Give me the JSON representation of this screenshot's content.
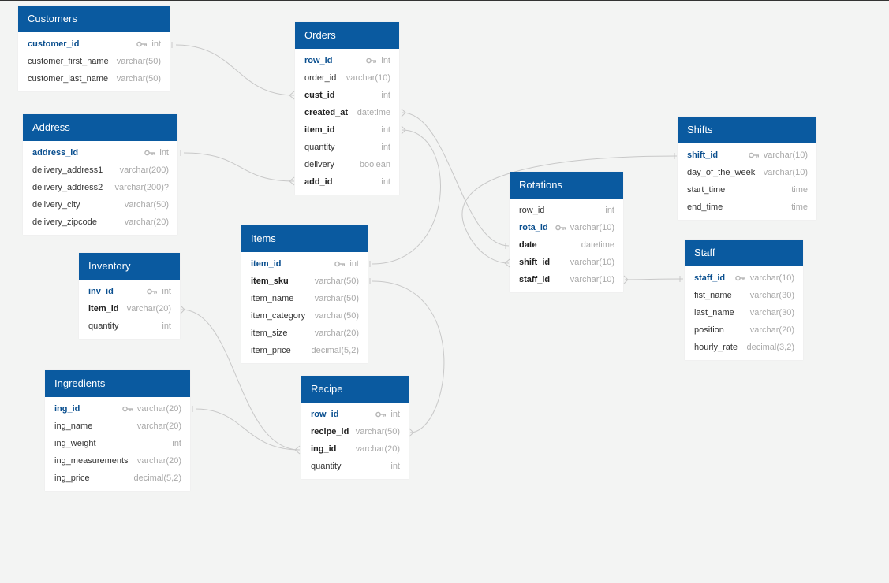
{
  "colors": {
    "header": "#0a5aa0",
    "link": "#c8c8c8",
    "key_field": "#0a4f8f"
  },
  "tables": {
    "customers": {
      "title": "Customers",
      "fields": [
        {
          "name": "customer_id",
          "type": "int",
          "pk": true
        },
        {
          "name": "customer_first_name",
          "type": "varchar(50)"
        },
        {
          "name": "customer_last_name",
          "type": "varchar(50)"
        }
      ]
    },
    "orders": {
      "title": "Orders",
      "fields": [
        {
          "name": "row_id",
          "type": "int",
          "pk": true
        },
        {
          "name": "order_id",
          "type": "varchar(10)"
        },
        {
          "name": "cust_id",
          "type": "int",
          "fk": true
        },
        {
          "name": "created_at",
          "type": "datetime",
          "fk": true
        },
        {
          "name": "item_id",
          "type": "int",
          "fk": true
        },
        {
          "name": "quantity",
          "type": "int"
        },
        {
          "name": "delivery",
          "type": "boolean"
        },
        {
          "name": "add_id",
          "type": "int",
          "fk": true
        }
      ]
    },
    "address": {
      "title": "Address",
      "fields": [
        {
          "name": "address_id",
          "type": "int",
          "pk": true
        },
        {
          "name": "delivery_address1",
          "type": "varchar(200)"
        },
        {
          "name": "delivery_address2",
          "type": "varchar(200)?"
        },
        {
          "name": "delivery_city",
          "type": "varchar(50)"
        },
        {
          "name": "delivery_zipcode",
          "type": "varchar(20)"
        }
      ]
    },
    "items": {
      "title": "Items",
      "fields": [
        {
          "name": "item_id",
          "type": "int",
          "pk": true
        },
        {
          "name": "item_sku",
          "type": "varchar(50)",
          "fk": true
        },
        {
          "name": "item_name",
          "type": "varchar(50)"
        },
        {
          "name": "item_category",
          "type": "varchar(50)"
        },
        {
          "name": "item_size",
          "type": "varchar(20)"
        },
        {
          "name": "item_price",
          "type": "decimal(5,2)"
        }
      ]
    },
    "inventory": {
      "title": "Inventory",
      "fields": [
        {
          "name": "inv_id",
          "type": "int",
          "pk": true
        },
        {
          "name": "item_id",
          "type": "varchar(20)",
          "fk": true
        },
        {
          "name": "quantity",
          "type": "int"
        }
      ]
    },
    "ingredients": {
      "title": "Ingredients",
      "fields": [
        {
          "name": "ing_id",
          "type": "varchar(20)",
          "pk": true
        },
        {
          "name": "ing_name",
          "type": "varchar(20)"
        },
        {
          "name": "ing_weight",
          "type": "int"
        },
        {
          "name": "ing_measurements",
          "type": "varchar(20)"
        },
        {
          "name": "ing_price",
          "type": "decimal(5,2)"
        }
      ]
    },
    "recipe": {
      "title": "Recipe",
      "fields": [
        {
          "name": "row_id",
          "type": "int",
          "pk": true
        },
        {
          "name": "recipe_id",
          "type": "varchar(50)",
          "fk": true
        },
        {
          "name": "ing_id",
          "type": "varchar(20)",
          "fk": true
        },
        {
          "name": "quantity",
          "type": "int"
        }
      ]
    },
    "rotations": {
      "title": "Rotations",
      "fields": [
        {
          "name": "row_id",
          "type": "int"
        },
        {
          "name": "rota_id",
          "type": "varchar(10)",
          "pk": true
        },
        {
          "name": "date",
          "type": "datetime",
          "fk": true
        },
        {
          "name": "shift_id",
          "type": "varchar(10)",
          "fk": true
        },
        {
          "name": "staff_id",
          "type": "varchar(10)",
          "fk": true
        }
      ]
    },
    "shifts": {
      "title": "Shifts",
      "fields": [
        {
          "name": "shift_id",
          "type": "varchar(10)",
          "pk": true
        },
        {
          "name": "day_of_the_week",
          "type": "varchar(10)"
        },
        {
          "name": "start_time",
          "type": "time"
        },
        {
          "name": "end_time",
          "type": "time"
        }
      ]
    },
    "staff": {
      "title": "Staff",
      "fields": [
        {
          "name": "staff_id",
          "type": "varchar(10)",
          "pk": true
        },
        {
          "name": "fist_name",
          "type": "varchar(30)"
        },
        {
          "name": "last_name",
          "type": "varchar(30)"
        },
        {
          "name": "position",
          "type": "varchar(20)"
        },
        {
          "name": "hourly_rate",
          "type": "decimal(3,2)"
        }
      ]
    }
  },
  "relationships": [
    {
      "from": "customers.customer_id",
      "to": "orders.cust_id"
    },
    {
      "from": "address.address_id",
      "to": "orders.add_id"
    },
    {
      "from": "items.item_id",
      "to": "orders.item_id"
    },
    {
      "from": "rotations.date",
      "to": "orders.created_at"
    },
    {
      "from": "shifts.shift_id",
      "to": "rotations.shift_id"
    },
    {
      "from": "staff.staff_id",
      "to": "rotations.staff_id"
    },
    {
      "from": "items.item_sku",
      "to": "recipe.recipe_id"
    },
    {
      "from": "inventory.item_id",
      "to": "recipe.ing_id"
    },
    {
      "from": "ingredients.ing_id",
      "to": "recipe.ing_id"
    }
  ]
}
